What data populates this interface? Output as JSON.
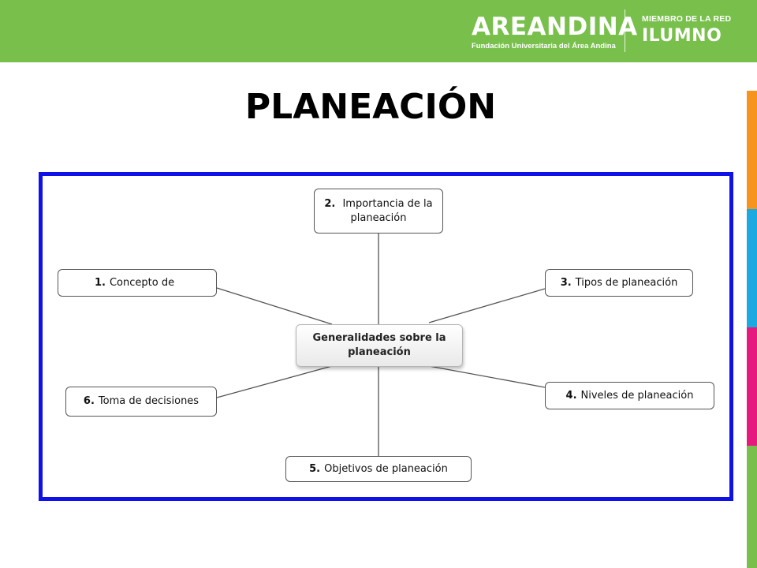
{
  "header": {
    "brand_name": "AREANDINA",
    "brand_subtitle": "Fundación Universitaria del Área Andina",
    "network_label": "MIEMBRO DE LA RED",
    "network_name": "ILUMNO",
    "background_color": "#78c04b"
  },
  "side_stripes": [
    {
      "color": "#f7941d"
    },
    {
      "color": "#1ba9e1"
    },
    {
      "color": "#e5197e"
    },
    {
      "color": "#78c04b"
    }
  ],
  "slide": {
    "title": "PLANEACIÓN",
    "frame_color": "#1010e8"
  },
  "diagram": {
    "center": "Generalidades sobre la planeación",
    "nodes": [
      {
        "number": "1.",
        "label": "Concepto de"
      },
      {
        "number": "2.",
        "label": "Importancia de la planeación"
      },
      {
        "number": "3.",
        "label": "Tipos de planeación"
      },
      {
        "number": "4.",
        "label": "Niveles de planeación"
      },
      {
        "number": "5.",
        "label": "Objetivos de planeación"
      },
      {
        "number": "6.",
        "label": "Toma de decisiones"
      }
    ]
  }
}
